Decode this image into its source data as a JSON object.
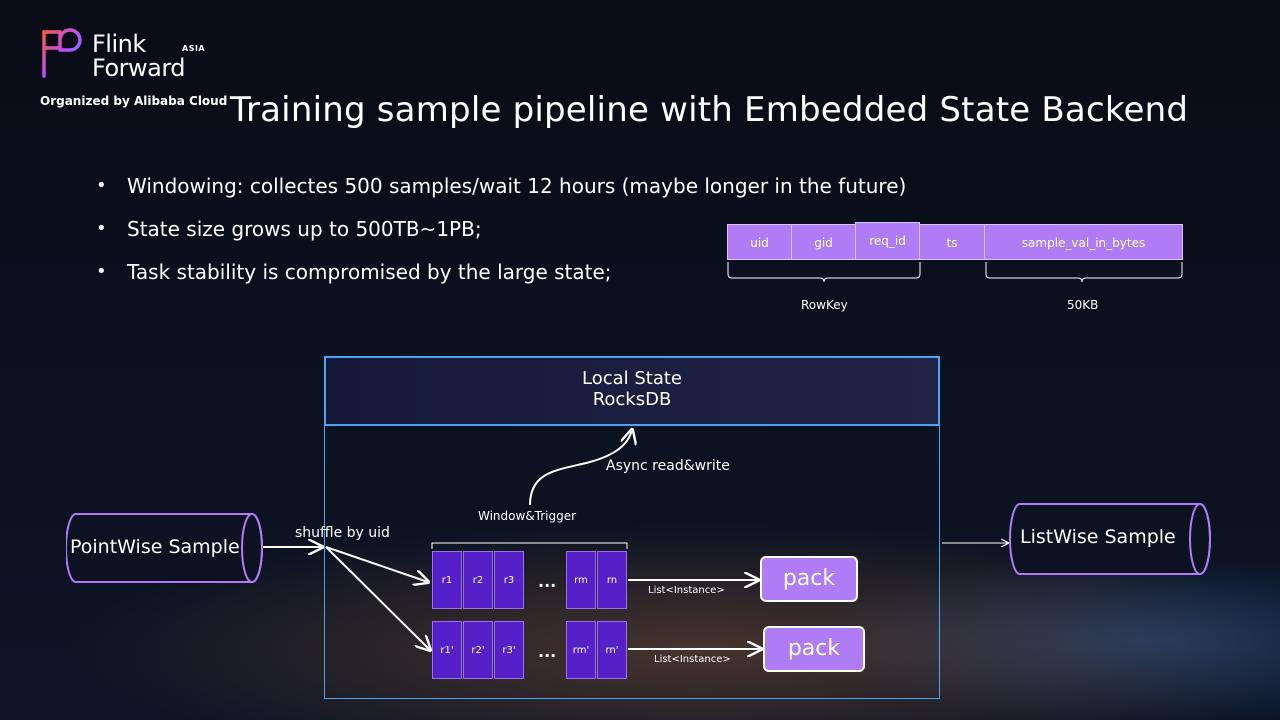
{
  "logo": {
    "line1": "Flink",
    "line2": "Forward",
    "badge": "ASIA",
    "organizer": "Organized by Alibaba Cloud"
  },
  "title": "Training sample pipeline with Embedded State Backend",
  "bullets": [
    "Windowing: collectes 500 samples/wait 12 hours (maybe longer in the future)",
    "State size grows up to 500TB~1PB;",
    "Task stability is compromised by the large state;"
  ],
  "row_schema": {
    "fields": [
      "uid",
      "gid",
      "req_id",
      "ts",
      "sample_val_in_bytes"
    ],
    "group_labels": [
      "RowKey",
      "50KB"
    ]
  },
  "local_state": {
    "line1": "Local State",
    "line2": "RocksDB"
  },
  "labels": {
    "async": "Async read&write",
    "window": "Window&Trigger",
    "shuffle": "shuffle by uid",
    "list_instance_1": "List<Instance>",
    "list_instance_2": "List<Instance>",
    "ellipsis": "..."
  },
  "source": "PointWise Sample",
  "sink": "ListWise Sample",
  "row1_cells": [
    "r1",
    "r2",
    "r3",
    "rm",
    "rn"
  ],
  "row2_cells": [
    "r1'",
    "r2'",
    "r3'",
    "rm'",
    "rn'"
  ],
  "pack_labels": [
    "pack",
    "pack"
  ],
  "colors": {
    "accent_purple": "#b07cf5",
    "cell_purple": "#5520c8",
    "box_blue": "#4aa3f0",
    "background": "#0b1120"
  }
}
